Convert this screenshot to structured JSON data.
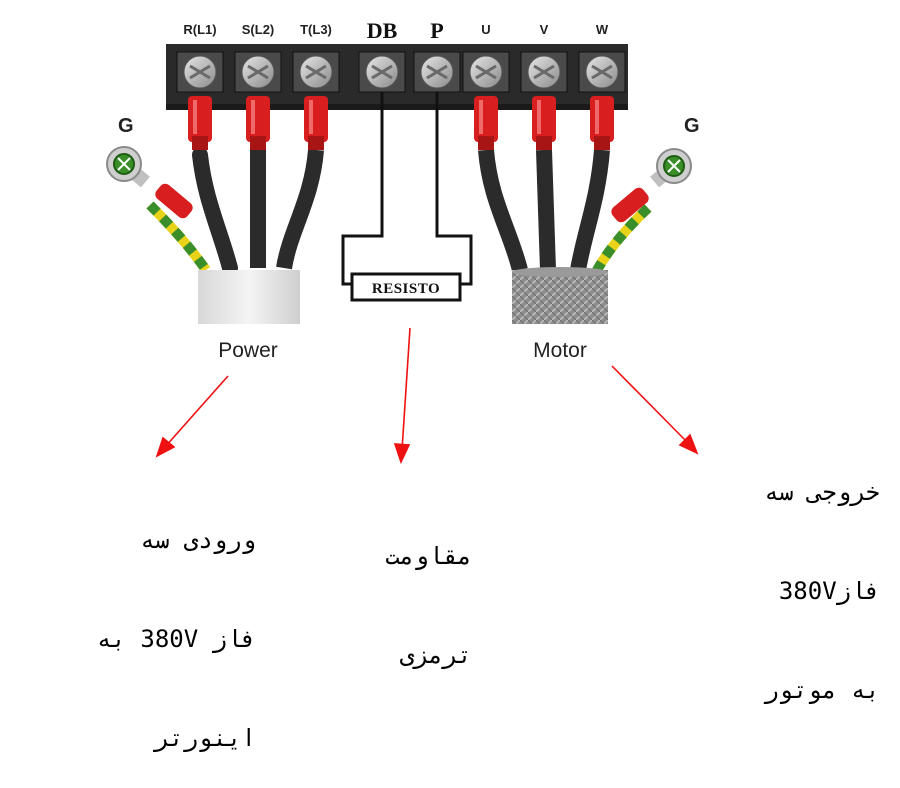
{
  "terminals": [
    {
      "label": "R(L1)",
      "style": "small",
      "wire": "red"
    },
    {
      "label": "S(L2)",
      "style": "small",
      "wire": "red"
    },
    {
      "label": "T(L3)",
      "style": "small",
      "wire": "red"
    },
    {
      "label": "DB",
      "style": "big",
      "wire": "black"
    },
    {
      "label": "P",
      "style": "big",
      "wire": "black"
    },
    {
      "label": "U",
      "style": "small",
      "wire": "red"
    },
    {
      "label": "V",
      "style": "small",
      "wire": "red"
    },
    {
      "label": "W",
      "style": "small",
      "wire": "red"
    }
  ],
  "ground_left_label": "G",
  "ground_right_label": "G",
  "resistor_label": "RESISTO",
  "power_label": "Power",
  "motor_label": "Motor",
  "notes": {
    "input": [
      "ورودی سه",
      "فاز 380V به",
      "اینورتر"
    ],
    "brake": [
      "مقاومت",
      "ترمزی"
    ],
    "output": [
      "خروجی سه",
      "فاز380V",
      "به موتور"
    ]
  },
  "colors": {
    "arrow": "#ee1111",
    "wire_red": "#d81e1e",
    "cable": "#2b2b2b",
    "terminal_block": "#2a2a2a",
    "screw": "#b9b9b9",
    "ground_wire_green": "#3a8f2a",
    "ground_wire_yellow": "#e8d21a"
  },
  "icons": {
    "terminal": "screw-terminal-icon",
    "ground": "ground-ring-lug-icon",
    "resistor": "resistor-box-icon"
  }
}
